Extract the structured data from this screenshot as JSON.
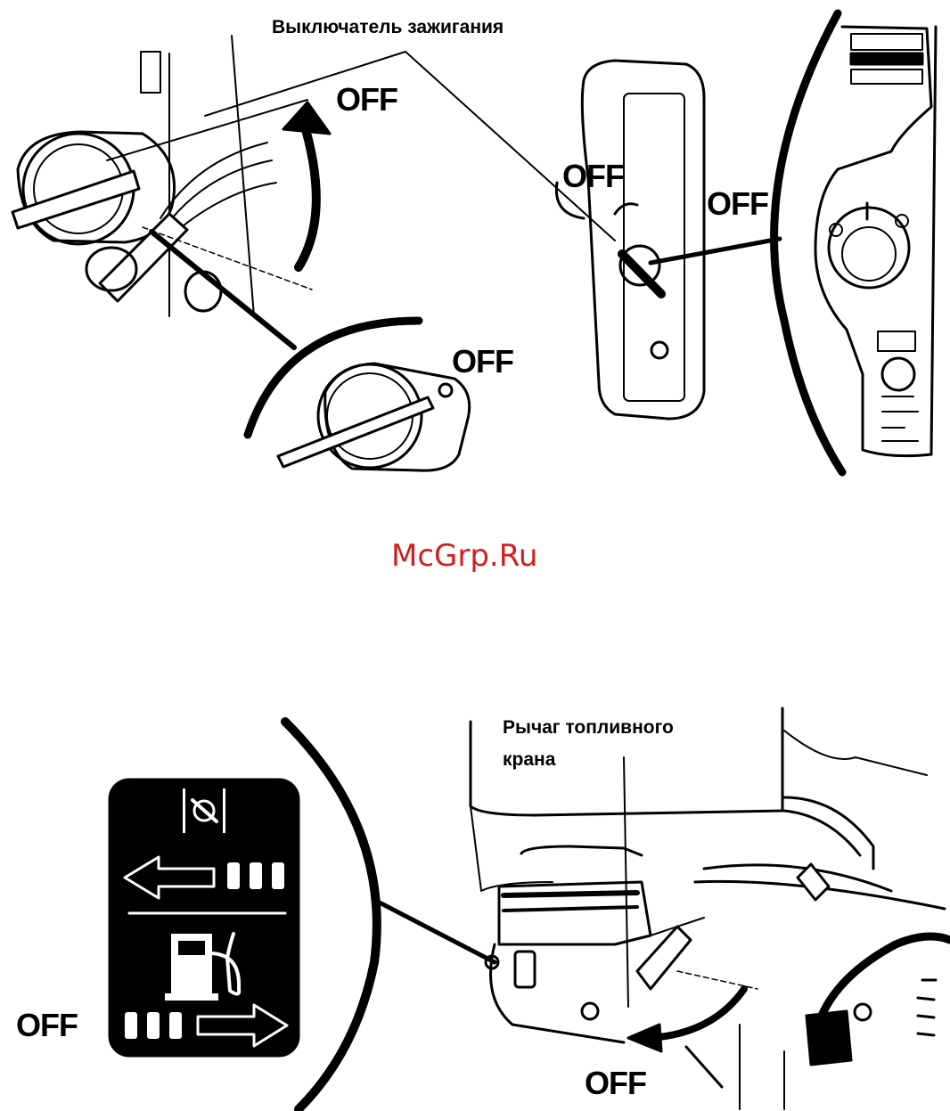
{
  "top": {
    "ignition_caption": "Выключатель зажигания",
    "off_labels": [
      "OFF",
      "OFF",
      "OFF",
      "OFF"
    ]
  },
  "watermark": {
    "text": "McGrp.Ru",
    "color": "#d21f1f"
  },
  "bottom": {
    "fuel_caption_line1": "Рычаг топливного",
    "fuel_caption_line2": "крана",
    "off_labels": [
      "OFF",
      "OFF"
    ]
  }
}
